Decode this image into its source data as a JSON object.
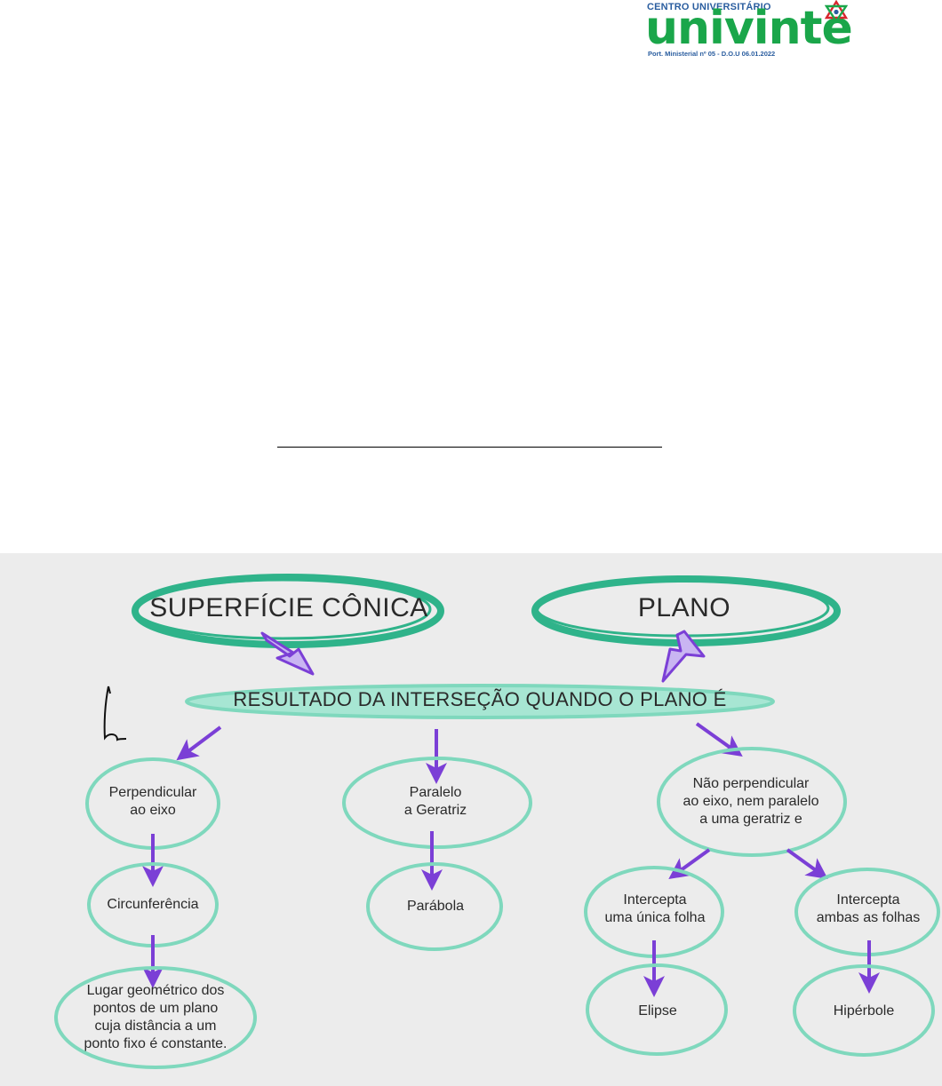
{
  "logo": {
    "top_line": "CENTRO UNIVERSITÁRIO",
    "wordmark": "univinte",
    "ordinance": "Port. Ministerial nº 05 - D.O.U 06.01.2022",
    "green": "#1aa64a",
    "blue": "#2a5d9f"
  },
  "concept_map": {
    "top_left": "SUPERFÍCIE CÔNICA",
    "top_right": "PLANO",
    "middle": "RESULTADO DA INTERSEÇÃO QUANDO O PLANO É",
    "col1": {
      "n1": [
        "Perpendicular",
        "ao eixo"
      ],
      "n2": "Circunferência",
      "n3": [
        "Lugar geométrico dos",
        "pontos de um plano",
        "cuja distância a um",
        "ponto fixo é constante."
      ]
    },
    "col2": {
      "n1": [
        "Paralelo",
        "a Geratriz"
      ],
      "n2": "Parábola"
    },
    "col3": {
      "n1": [
        "Não perpendicular",
        "ao eixo, nem paralelo",
        "a uma geratriz e"
      ],
      "left": [
        "Intercepta",
        "uma única folha"
      ],
      "right": [
        "Intercepta",
        "ambas as folhas"
      ],
      "left_result": "Elipse",
      "right_result": "Hipérbole"
    },
    "colors": {
      "outline": "#2fb38a",
      "arrow": "#7b3fd6",
      "node": "#7fd8bd",
      "background": "#ececec"
    }
  }
}
